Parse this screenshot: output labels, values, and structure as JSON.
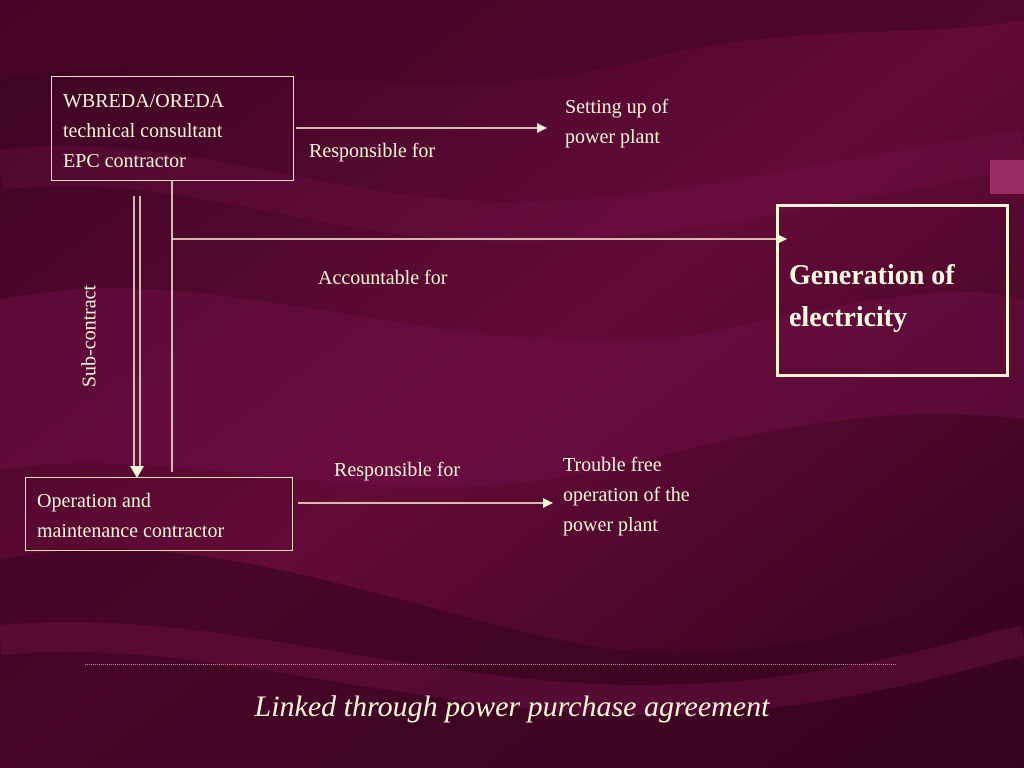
{
  "boxes": {
    "consultant": [
      "WBREDA/OREDA",
      "technical consultant",
      "EPC contractor"
    ],
    "om_contractor": [
      "Operation and",
      "maintenance contractor"
    ],
    "generation": [
      "Generation of",
      "electricity"
    ]
  },
  "labels": {
    "responsible_top": "Responsible for",
    "setting_up": [
      "Setting up of",
      "power plant"
    ],
    "accountable": "Accountable for",
    "sub_contract": "Sub-contract",
    "responsible_bottom": "Responsible for",
    "trouble_free": [
      "Trouble free",
      "operation of the",
      "power plant"
    ]
  },
  "footer": "Linked through power purchase agreement",
  "colors": {
    "background": "#5e0833",
    "text": "#fbf6d6",
    "accent": "#a0326a"
  }
}
